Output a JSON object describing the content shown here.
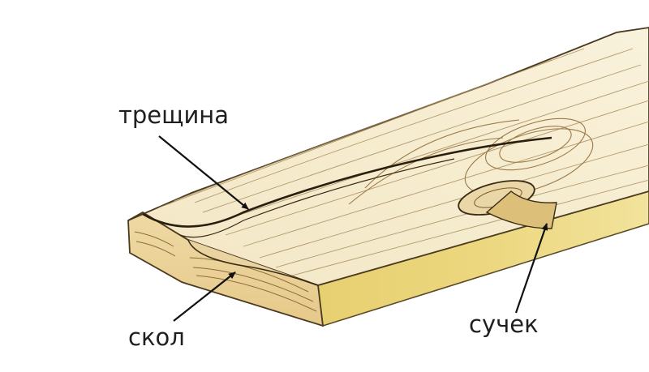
{
  "labels": {
    "crack": "трещина",
    "chip": "скол",
    "knot": "сучек"
  }
}
